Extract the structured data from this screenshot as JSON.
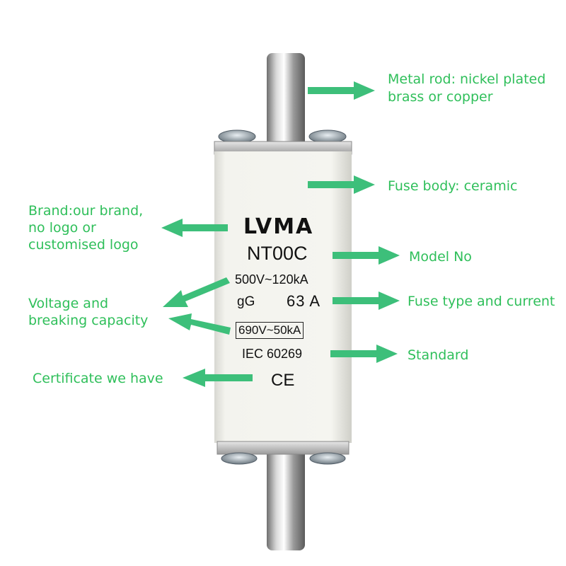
{
  "labels": {
    "metal_rod_line1": "Metal rod: nickel plated",
    "metal_rod_line2": "brass or copper",
    "fuse_body": "Fuse body: ceramic",
    "brand_line1": "Brand:our brand,",
    "brand_line2": "no logo or",
    "brand_line3": "customised logo",
    "model_no": "Model No",
    "voltage_line1": "Voltage and",
    "voltage_line2": "breaking capacity",
    "fuse_type": "Fuse type and current",
    "standard": "Standard",
    "certificate": "Certificate we have"
  },
  "fuse": {
    "brand": "LVMA",
    "model": "NT00C",
    "rating_1": "500V~120kA",
    "type": "gG",
    "current": "63 A",
    "rating_2": "690V~50kA",
    "standard": "IEC 60269",
    "mark": "CE"
  },
  "colors": {
    "label_text": "#2fbf5a",
    "arrow": "#3dbf7a",
    "body": "#f1f1ec",
    "metal": "#b8b8b8"
  }
}
